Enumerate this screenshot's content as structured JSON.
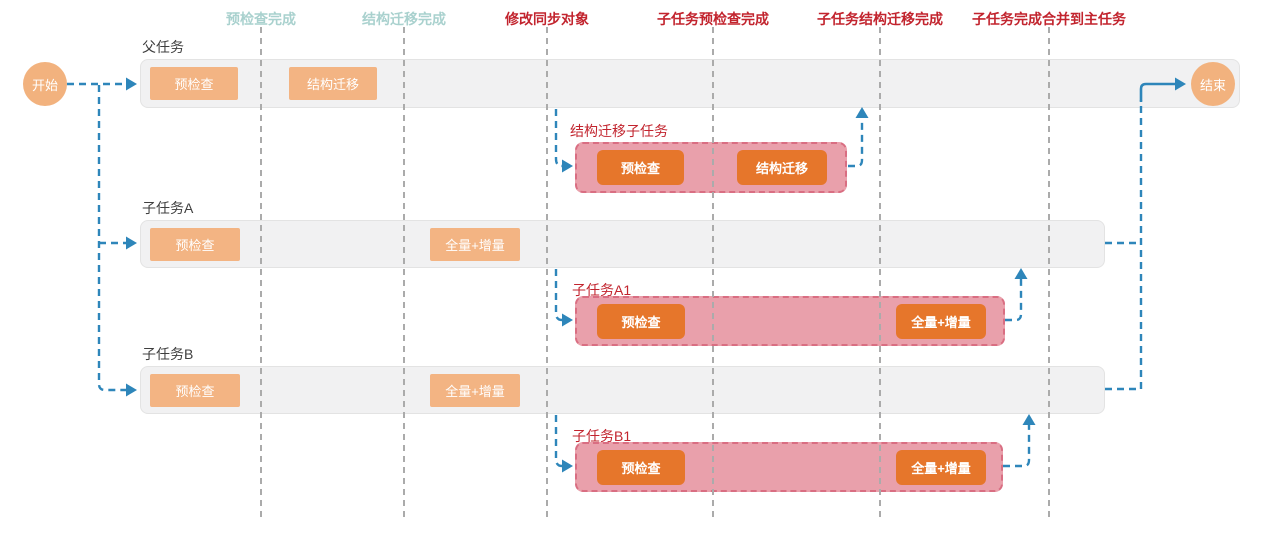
{
  "diagram_title": "task-migration-timeline",
  "milestones": [
    {
      "label": "预检查完成",
      "type": "done"
    },
    {
      "label": "结构迁移完成",
      "type": "done"
    },
    {
      "label": "修改同步对象",
      "type": "action"
    },
    {
      "label": "子任务预检查完成",
      "type": "action"
    },
    {
      "label": "子任务结构迁移完成",
      "type": "action"
    },
    {
      "label": "子任务完成合并到主任务",
      "type": "action"
    }
  ],
  "nodes": {
    "start": "开始",
    "end": "结束"
  },
  "lanes": [
    {
      "label": "父任务",
      "chips": [
        "预检查",
        "结构迁移"
      ]
    },
    {
      "label": "子任务A",
      "chips": [
        "预检查",
        "全量+增量"
      ]
    },
    {
      "label": "子任务B",
      "chips": [
        "预检查",
        "全量+增量"
      ]
    }
  ],
  "subtasks": [
    {
      "label": "结构迁移子任务",
      "chips": [
        "预检查",
        "结构迁移"
      ]
    },
    {
      "label": "子任务A1",
      "chips": [
        "预检查",
        "全量+增量"
      ]
    },
    {
      "label": "子任务B1",
      "chips": [
        "预检查",
        "全量+增量"
      ]
    }
  ],
  "colors": {
    "node_orange": "#f2b27e",
    "chip_light_orange": "#f3b483",
    "chip_dark_orange": "#e6762b",
    "lane_gray": "#f1f1f2",
    "subtask_pink": "#e9a0ab",
    "subtask_pink_border": "#d96e82",
    "arrow_blue": "#2e86ba",
    "milestone_teal": "#a9d1ce",
    "milestone_red": "#c2242e",
    "grid_gray": "#ababab"
  }
}
